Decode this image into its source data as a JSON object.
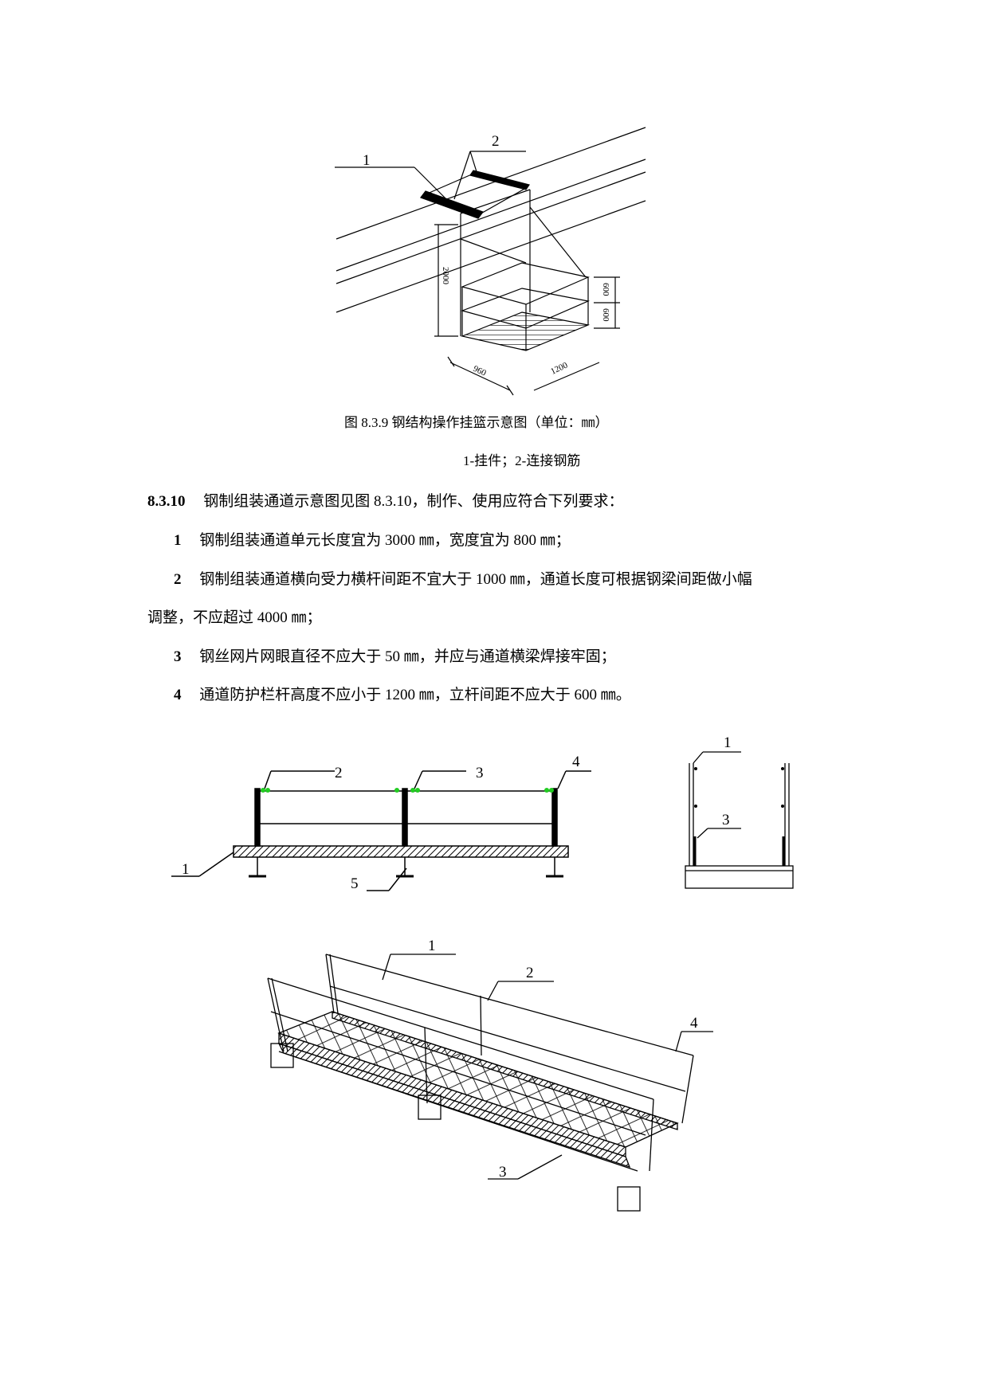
{
  "figure_839": {
    "labels": [
      "1",
      "2"
    ],
    "dimensions": {
      "height": "2000",
      "upper": "600",
      "lower": "600",
      "depth": "960",
      "width": "1200"
    },
    "caption": "图 8.3.9  钢结构操作挂篮示意图（单位：㎜）",
    "legend": "1-挂件；2-连接钢筋"
  },
  "section": {
    "number": "8.3.10",
    "intro": "钢制组装通道示意图见图 8.3.10，制作、使用应符合下列要求：",
    "items": [
      {
        "num": "1",
        "text": "钢制组装通道单元长度宜为 3000 ㎜，宽度宜为 800 ㎜；"
      },
      {
        "num": "2",
        "text": "钢制组装通道横向受力横杆间距不宜大于 1000 ㎜，通道长度可根据钢梁间距做小幅",
        "cont": "调整，不应超过 4000 ㎜；"
      },
      {
        "num": "3",
        "text": "钢丝网片网眼直径不应大于 50 ㎜，并应与通道横梁焊接牢固；"
      },
      {
        "num": "4",
        "text": "通道防护栏杆高度不应小于 1200 ㎜，立杆间距不应大于 600 ㎜。"
      }
    ]
  },
  "figure_8310": {
    "side_labels": [
      "1",
      "2",
      "3",
      "4",
      "5"
    ],
    "end_labels": [
      "1",
      "3"
    ],
    "iso_labels": [
      "1",
      "2",
      "3",
      "4"
    ],
    "accent": "#22cc22"
  }
}
